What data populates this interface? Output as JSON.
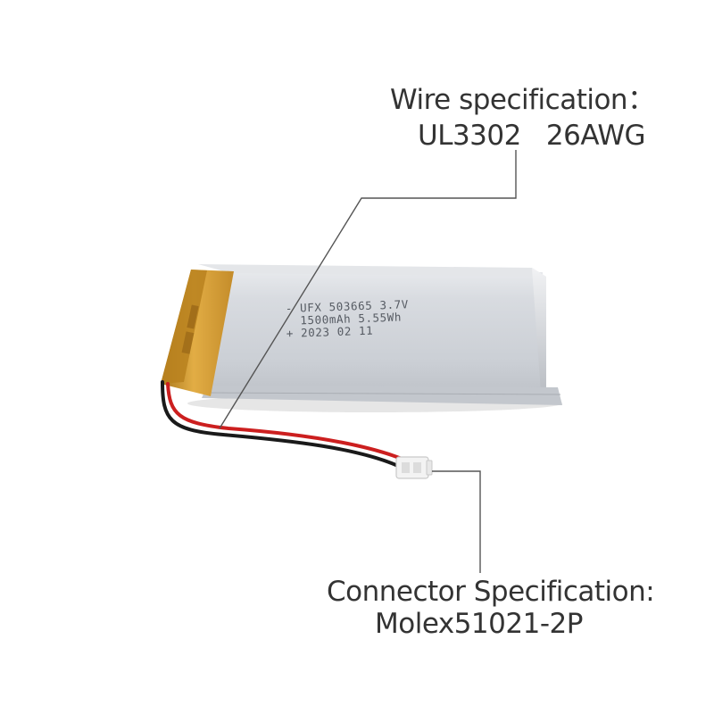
{
  "callouts": {
    "wire": {
      "label": "Wire specification：",
      "value": "UL3302   26AWG"
    },
    "connector": {
      "label": "Connector Specification:",
      "value": "Molex51021-2P"
    }
  },
  "battery_print": {
    "line1": "-  UFX 503665 3.7V",
    "line2": "1500mAh 5.55Wh",
    "line3": "+  2023 02 11"
  },
  "colors": {
    "cell_body": "#cfd3d8",
    "kapton_tape": "#d9a43a",
    "wire_red": "#cc1f1f",
    "wire_black": "#1a1a1a",
    "connector": "#f2f2f2",
    "leader_line": "#555555",
    "text": "#333333"
  }
}
